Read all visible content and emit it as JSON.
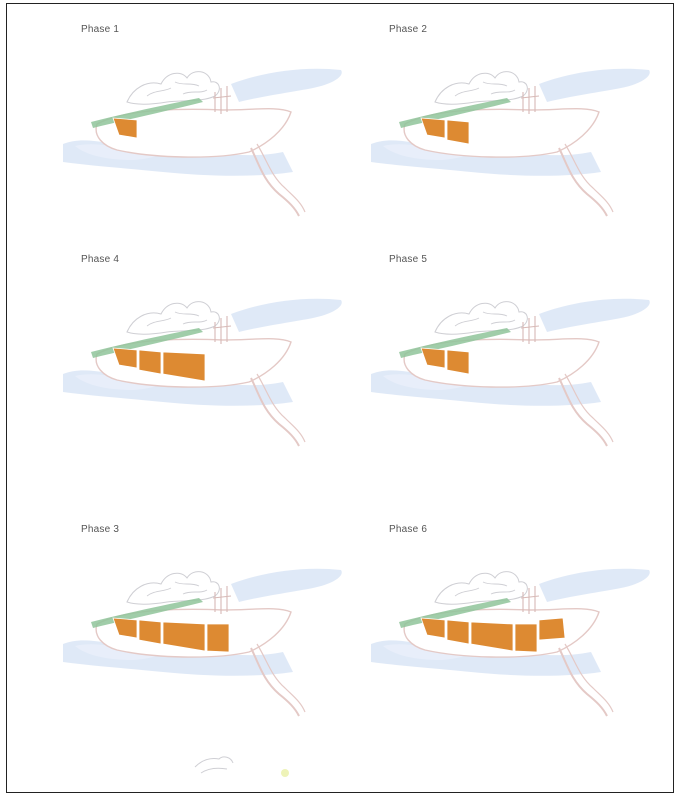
{
  "panels": [
    {
      "label": "Phase 1",
      "cells": [
        0
      ]
    },
    {
      "label": "Phase 2",
      "cells": [
        0,
        1
      ]
    },
    {
      "label": "Phase 4",
      "cells": [
        0,
        1,
        2
      ]
    },
    {
      "label": "Phase 5",
      "cells": [
        0,
        1
      ]
    },
    {
      "label": "Phase 3",
      "cells": [
        0,
        1,
        2,
        3
      ]
    },
    {
      "label": "Phase 6",
      "cells": [
        0,
        1,
        2,
        3,
        4
      ]
    }
  ],
  "colors": {
    "water": "#dce7f6",
    "outline": "#e4c9c6",
    "sketch": "#cfcfd4",
    "jetty": "#8fc49a",
    "fill": "#dd8a32",
    "frame": "#222222"
  }
}
